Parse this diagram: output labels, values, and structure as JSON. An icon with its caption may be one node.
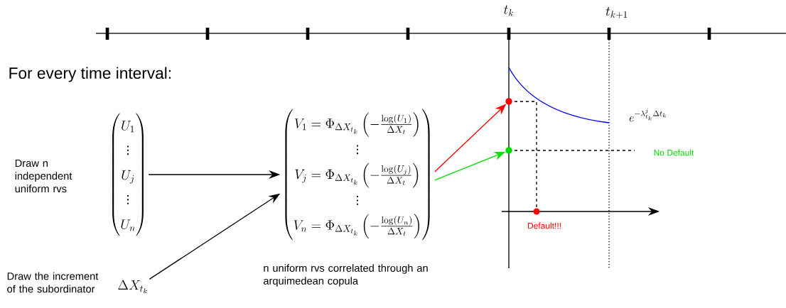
{
  "diagram": {
    "nodes": [
      {
        "text": [
          "\\begin{pmatrix} U_1 \\\\ \\vdots \\\\ U_j \\\\ \\vdots \\\\ U_n \\end{pmatrix}"
        ]
      },
      {
        "text": [
          "\\begin{pmatrix} V_1 = \\Phi_{\\Delta X_{t_k}} \\left( -\\frac{\\log(U_1)}{\\Delta X_t} \\right) \\\\ \\vdots \\\\ V_j = \\Phi_{\\Delta X_{t_k}} \\left( -\\frac{\\log(U_j)}{\\Delta X_t} \\right) \\\\ \\vdots \\\\ V_n = \\Phi_{\\Delta X_{t_k}} \\left( -\\frac{\\log(U_n)}{\\Delta X_t} \\right) \\end{pmatrix}"
        ]
      },
      {
        "text": [
          "\\Delta X_{t_k}"
        ]
      },
      {
        "text": [],
        "shape": "circle"
      },
      {
        "text": [],
        "shape": "circle"
      }
    ],
    "edges": [
      {
        "from": 0,
        "to": 1,
        "arrow": "to"
      },
      {
        "from": 2,
        "to": 1,
        "arrow": "to"
      },
      {
        "from": 1,
        "to": 3,
        "arrow": "to",
        "color": "#ff0000"
      },
      {
        "from": 1,
        "to": 4,
        "arrow": "to",
        "color": "#00dd00"
      }
    ],
    "labels": [
      "t_k",
      "t_{k+1}",
      "For every time interval:",
      "e^{-\\lambda^j_{t_k} \\Delta t_k}",
      "No Default",
      "Draw n independent uniform rvs",
      "Default!!!",
      "Draw the increment of the subordinator",
      "n uniform rvs correlated through an arquimedean copula"
    ]
  }
}
